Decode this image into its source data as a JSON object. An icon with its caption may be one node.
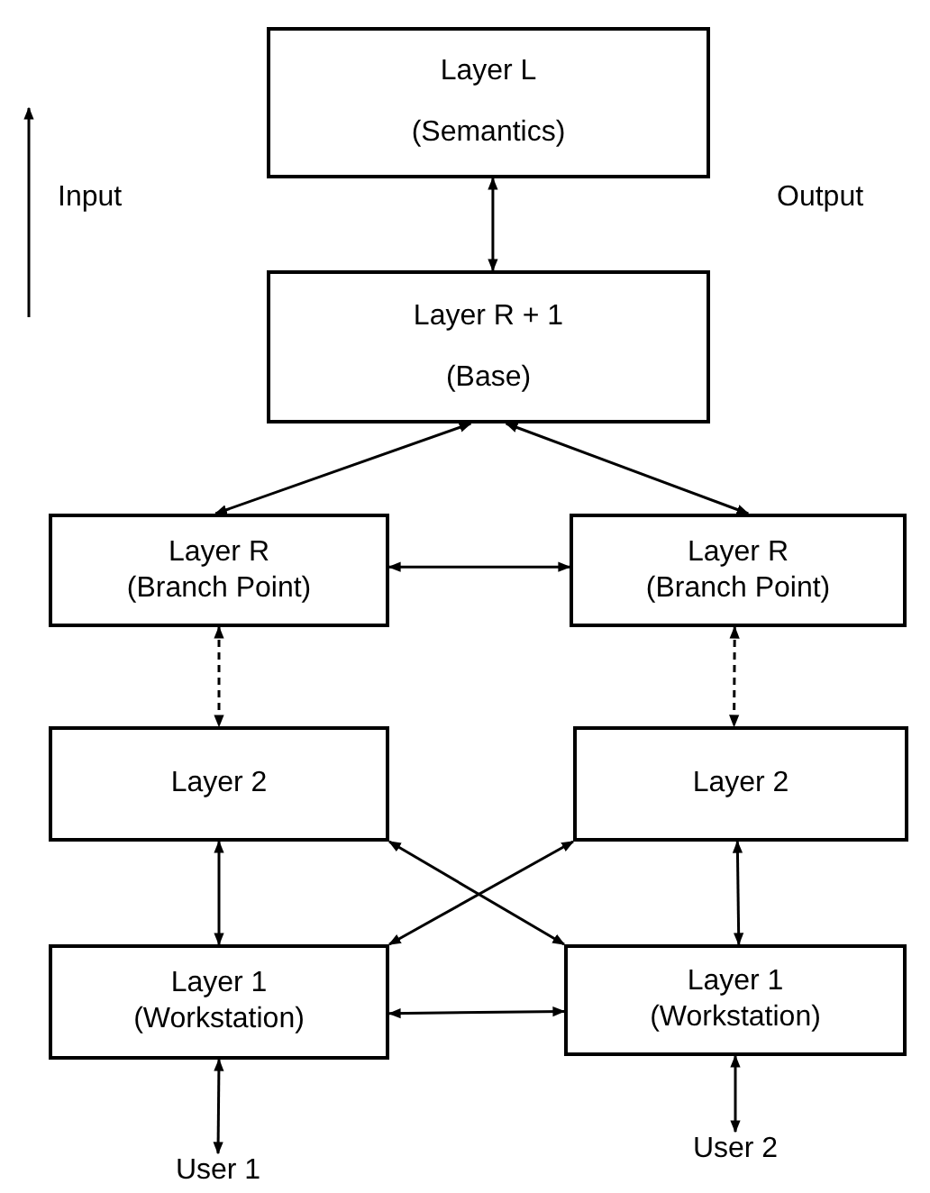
{
  "diagram": {
    "nodes": [
      {
        "text": [
          "Layer L",
          "(Semantics)"
        ]
      },
      {
        "text": [
          "Layer R + 1",
          "(Base)"
        ]
      },
      {
        "text": [
          "Layer R",
          "(Branch Point)"
        ]
      },
      {
        "text": [
          "Layer R",
          "(Branch Point)"
        ]
      },
      {
        "text": [
          "Layer 2"
        ]
      },
      {
        "text": [
          "Layer 2"
        ]
      },
      {
        "text": [
          "Layer 1",
          "(Workstation)"
        ]
      },
      {
        "text": [
          "Layer 1",
          "(Workstation)"
        ]
      },
      {
        "text": [
          "User 1"
        ]
      },
      {
        "text": [
          "User 2"
        ]
      }
    ],
    "edges": [
      {
        "from": 0,
        "to": 1,
        "arrow": "both"
      },
      {
        "from": 1,
        "to": 2,
        "arrow": "both"
      },
      {
        "from": 1,
        "to": 3,
        "arrow": "both"
      },
      {
        "from": 2,
        "to": 3,
        "arrow": "both"
      },
      {
        "from": 2,
        "to": 4,
        "arrow": "both",
        "style": "dashed"
      },
      {
        "from": 3,
        "to": 5,
        "arrow": "both",
        "style": "dashed"
      },
      {
        "from": 4,
        "to": 6,
        "arrow": "both"
      },
      {
        "from": 4,
        "to": 7,
        "arrow": "both"
      },
      {
        "from": 5,
        "to": 6,
        "arrow": "both"
      },
      {
        "from": 5,
        "to": 7,
        "arrow": "both"
      },
      {
        "from": 6,
        "to": 7,
        "arrow": "both"
      },
      {
        "from": 6,
        "to": 8,
        "arrow": "both"
      },
      {
        "from": 7,
        "to": 9,
        "arrow": "both"
      }
    ],
    "labels": [
      "Input",
      "Output"
    ]
  }
}
